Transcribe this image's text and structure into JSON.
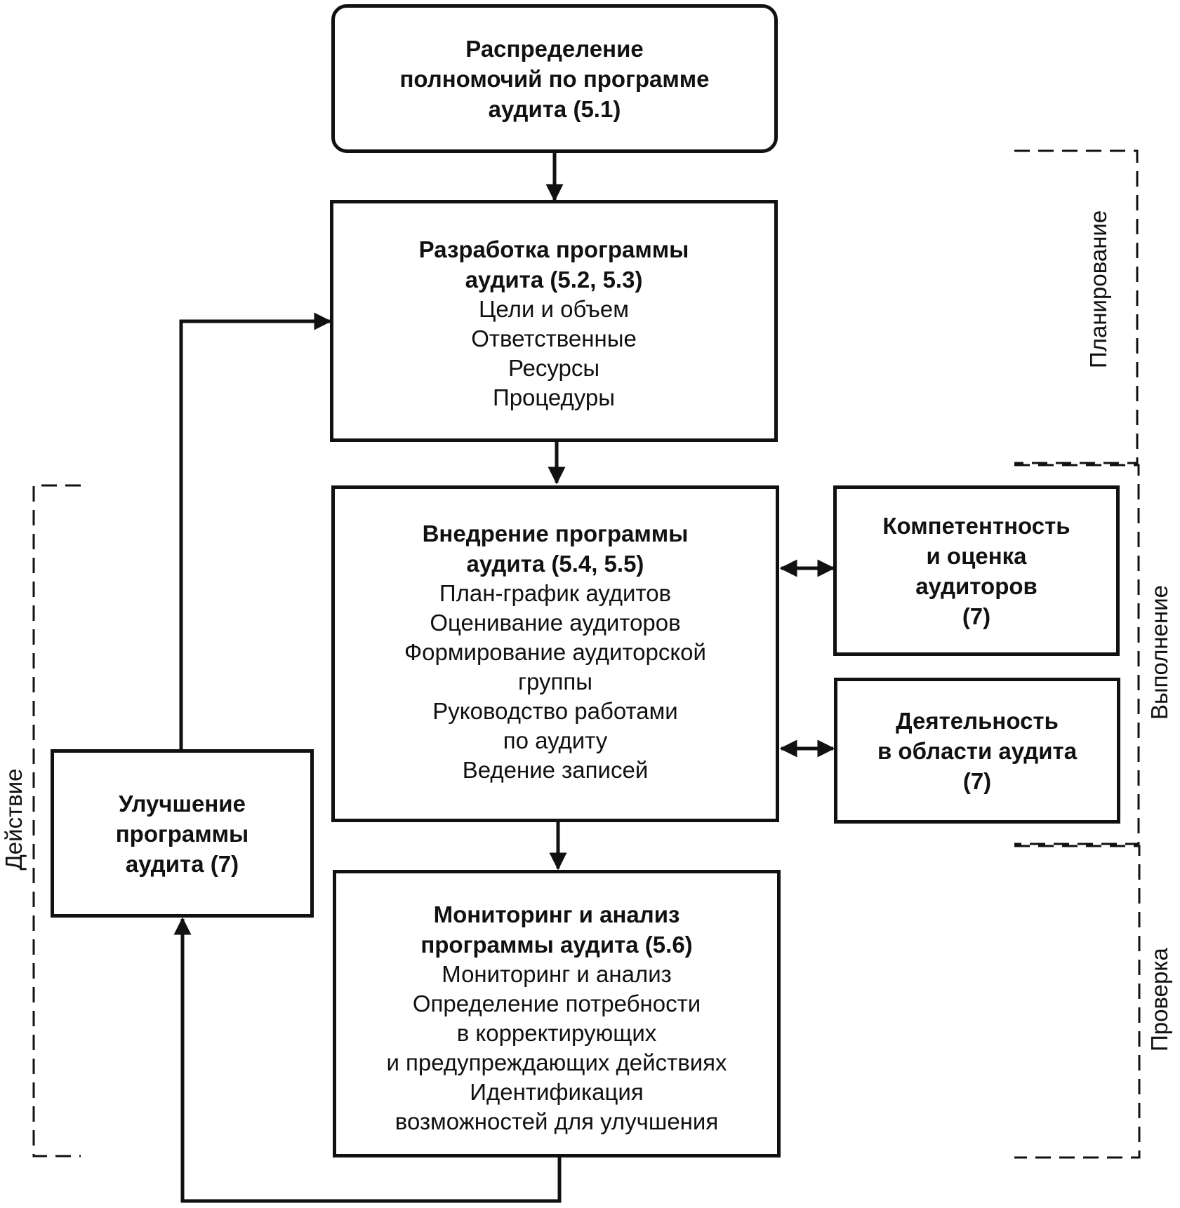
{
  "diagram": {
    "boxes": {
      "authority": {
        "title": "Распределение\nполномочий по программе\nаудита (5.1)",
        "items": []
      },
      "develop": {
        "title": "Разработка программы\nаудита (5.2, 5.3)",
        "items": [
          "Цели и объем",
          "Ответственные",
          "Ресурсы",
          "Процедуры"
        ]
      },
      "implement": {
        "title": "Внедрение программы\nаудита (5.4, 5.5)",
        "items": [
          "План-график аудитов",
          "Оценивание аудиторов",
          "Формирование аудиторской\nгруппы",
          "Руководство работами\nпо аудиту",
          "Ведение записей"
        ]
      },
      "competence": {
        "title": "Компетентность\nи оценка\nаудиторов\n(7)",
        "items": []
      },
      "activity": {
        "title": "Деятельность\nв области аудита\n(7)",
        "items": []
      },
      "monitoring": {
        "title": "Мониторинг и анализ\nпрограммы аудита (5.6)",
        "items": [
          "Мониторинг и анализ",
          "Определение потребности\nв корректирующих\nи предупреждающих действиях",
          "Идентификация\nвозможностей для улучшения"
        ]
      },
      "improve": {
        "title": "Улучшение\nпрограммы\nаудита (7)",
        "items": []
      }
    },
    "phases": {
      "planning": "Планирование",
      "execution": "Выполнение",
      "checking": "Проверка",
      "action": "Действие"
    }
  }
}
